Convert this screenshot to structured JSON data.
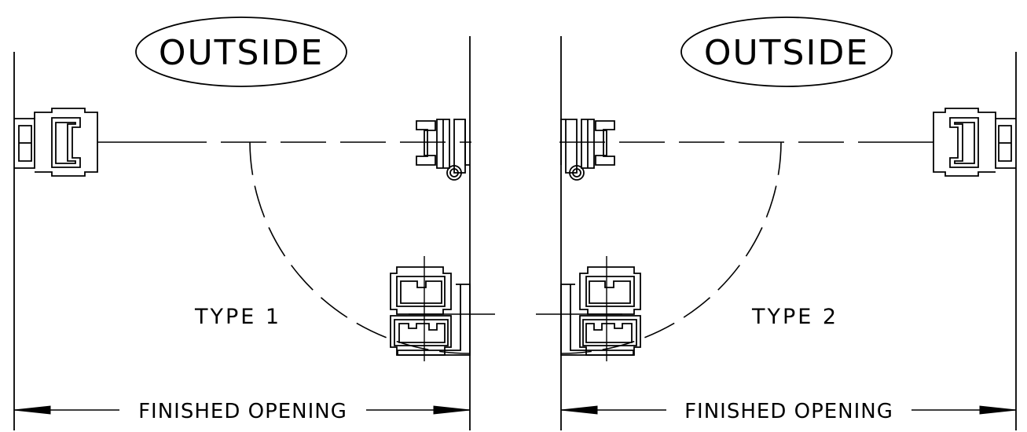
{
  "labels": {
    "outside_left": "OUTSIDE",
    "outside_right": "OUTSIDE",
    "type_left": "TYPE 1",
    "type_right": "TYPE 2",
    "finished_opening_left": "FINISHED OPENING",
    "finished_opening_right": "FINISHED OPENING"
  },
  "colors": {
    "line": "#000000",
    "background": "#ffffff"
  }
}
